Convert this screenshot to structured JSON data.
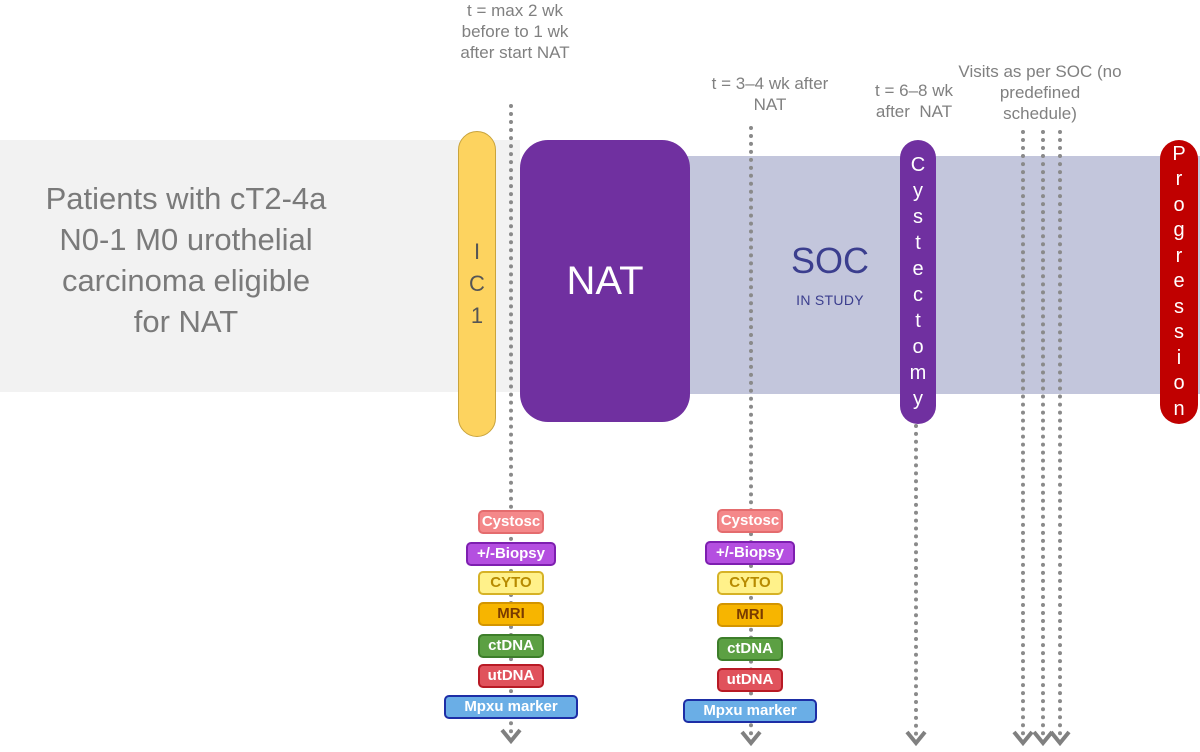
{
  "patients_box": {
    "lines": [
      "Patients with cT2-4a",
      "N0-1 M0 urothelial",
      "carcinoma eligible",
      "for NAT"
    ]
  },
  "ic1": {
    "letters": [
      "I",
      "C",
      "1"
    ]
  },
  "nat": {
    "label": "NAT"
  },
  "soc": {
    "title": "SOC",
    "subtitle": "IN STUDY"
  },
  "cystectomy": {
    "letters": [
      "C",
      "y",
      "s",
      "t",
      "e",
      "c",
      "t",
      "o",
      "m",
      "y"
    ]
  },
  "progression": {
    "letters": [
      "P",
      "r",
      "o",
      "g",
      "r",
      "e",
      "s",
      "s",
      "i",
      "o",
      "n"
    ]
  },
  "annotations": {
    "baseline": [
      "t = max 2 wk",
      "before to 1 wk",
      "after start NAT"
    ],
    "post_nat": [
      "t = 3–4 wk after",
      "NAT"
    ],
    "post_cystectomy": [
      "t = 6–8 wk",
      "after  NAT"
    ],
    "follow_up": [
      "Visits as per SOC (no",
      "predefined",
      "schedule)"
    ]
  },
  "timepoint_1_markers": [
    "Cystosc",
    "+/-Biopsy",
    "CYTO",
    "MRI",
    "ctDNA",
    "utDNA",
    "Mpxu marker"
  ],
  "timepoint_2_markers": [
    "Cystosc",
    "+/-Biopsy",
    "CYTO",
    "MRI",
    "ctDNA",
    "utDNA",
    "Mpxu marker"
  ],
  "colors": {
    "nat_purple": "#7030a0",
    "ic_yellow": "#fdd35f",
    "progression_red": "#c00000",
    "soc_band": "#c3c6dc",
    "patients_band": "#f2f2f2",
    "soc_text": "#3b3e8e"
  }
}
